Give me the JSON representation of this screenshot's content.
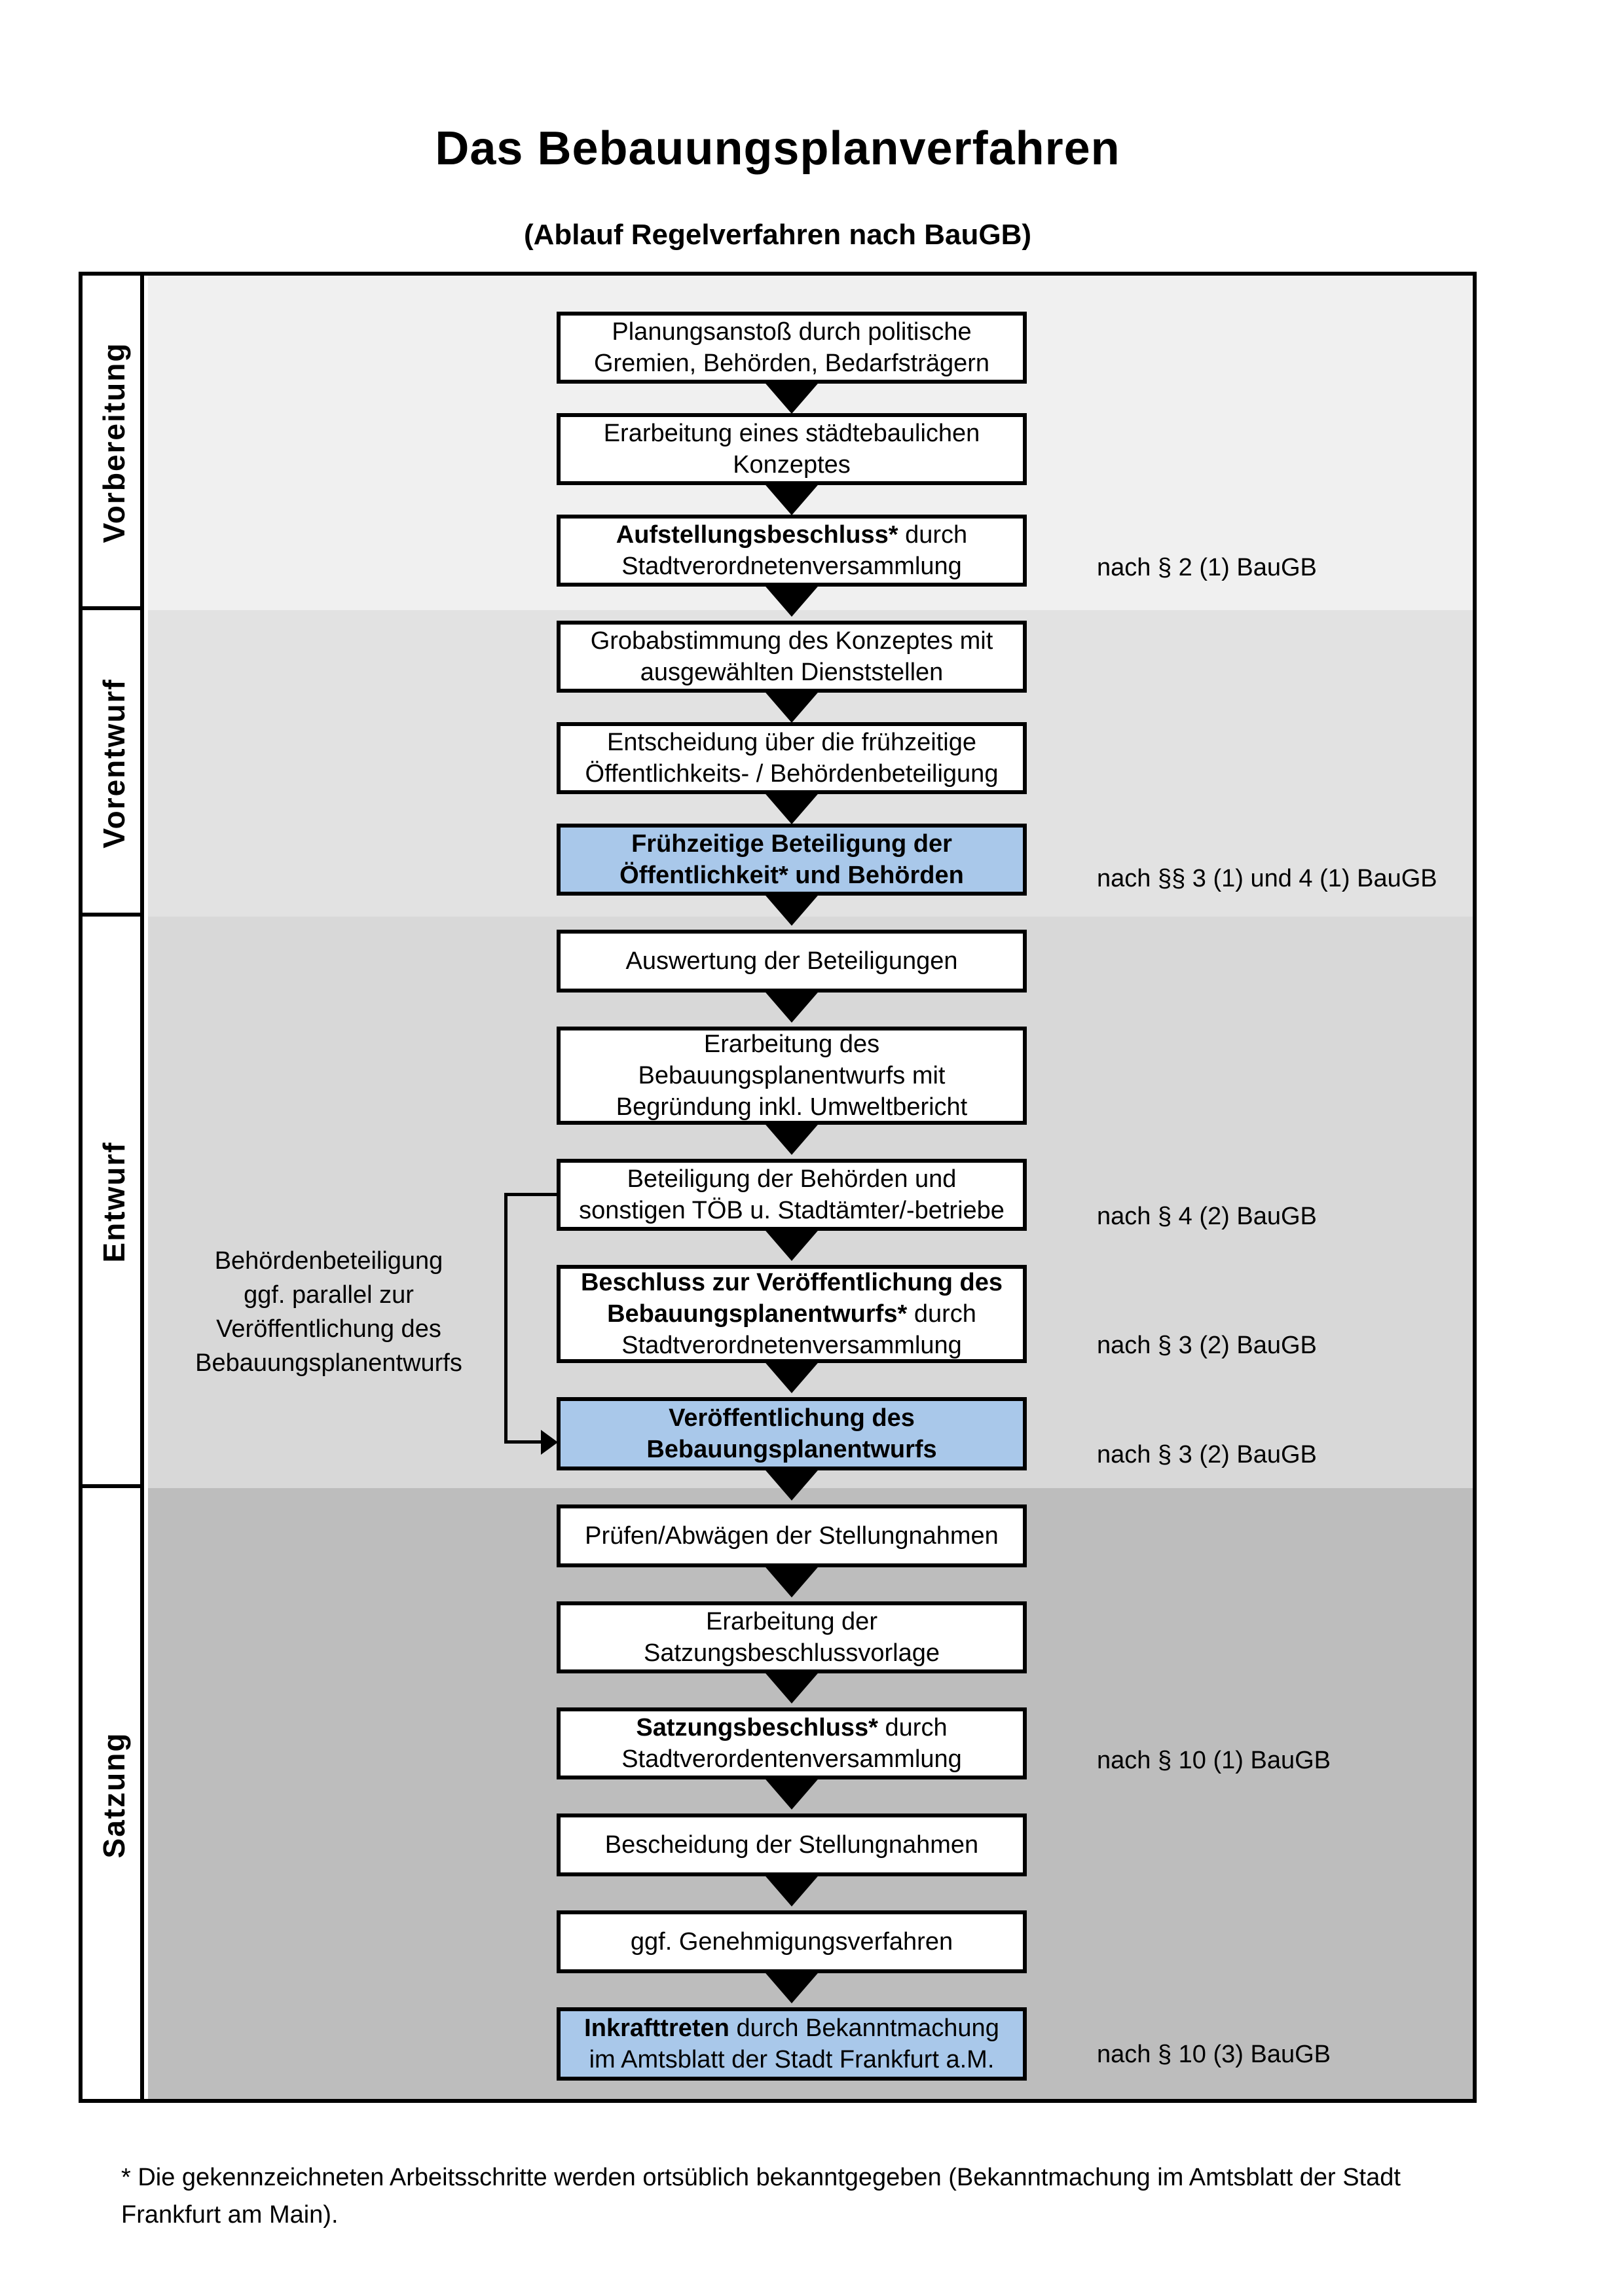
{
  "page": {
    "title": "Das Bebauungsplanverfahren",
    "subtitle": "(Ablauf Regelverfahren nach BauGB)"
  },
  "sections": [
    {
      "label": "Vorbereitung",
      "bg": "#f0f0f0"
    },
    {
      "label": "Vorentwurf",
      "bg": "#e2e2e2"
    },
    {
      "label": "Entwurf",
      "bg": "#d8d8d8"
    },
    {
      "label": "Satzung",
      "bg": "#bdbdbd"
    }
  ],
  "colors": {
    "highlight_blue": "#a9c8ea",
    "border_black": "#000000",
    "label_cell_white": "#ffffff"
  },
  "flow": {
    "boxes": [
      {
        "lines": [
          [
            {
              "t": "Planungsanstoß durch politische",
              "b": false
            }
          ],
          [
            {
              "t": "Gremien, Behörden, Bedarfsträgern",
              "b": false
            }
          ]
        ]
      },
      {
        "lines": [
          [
            {
              "t": "Erarbeitung eines städtebaulichen",
              "b": false
            }
          ],
          [
            {
              "t": "Konzeptes",
              "b": false
            }
          ]
        ]
      },
      {
        "lines": [
          [
            {
              "t": "Aufstellungsbeschluss*",
              "b": true
            },
            {
              "t": " durch",
              "b": false
            }
          ],
          [
            {
              "t": "Stadtverordnetenversammlung",
              "b": false
            }
          ]
        ]
      },
      {
        "lines": [
          [
            {
              "t": "Grobabstimmung des Konzeptes mit",
              "b": false
            }
          ],
          [
            {
              "t": "ausgewählten Dienststellen",
              "b": false
            }
          ]
        ]
      },
      {
        "lines": [
          [
            {
              "t": "Entscheidung über die frühzeitige",
              "b": false
            }
          ],
          [
            {
              "t": "Öffentlichkeits- / Behördenbeteiligung",
              "b": false
            }
          ]
        ]
      },
      {
        "lines": [
          [
            {
              "t": "Frühzeitige Beteiligung der",
              "b": true
            }
          ],
          [
            {
              "t": "Öffentlichkeit* und Behörden",
              "b": true
            }
          ]
        ]
      },
      {
        "lines": [
          [
            {
              "t": "Auswertung der Beteiligungen",
              "b": false
            }
          ]
        ]
      },
      {
        "lines": [
          [
            {
              "t": "Erarbeitung des",
              "b": false
            }
          ],
          [
            {
              "t": "Bebauungsplanentwurfs mit",
              "b": false
            }
          ],
          [
            {
              "t": "Begründung inkl. Umweltbericht",
              "b": false
            }
          ]
        ]
      },
      {
        "lines": [
          [
            {
              "t": "Beteiligung der Behörden und",
              "b": false
            }
          ],
          [
            {
              "t": "sonstigen TÖB u. Stadtämter/-betriebe",
              "b": false
            }
          ]
        ]
      },
      {
        "lines": [
          [
            {
              "t": "Beschluss zur Veröffentlichung des",
              "b": true
            }
          ],
          [
            {
              "t": "Bebauungsplanentwurfs*",
              "b": true
            },
            {
              "t": " durch",
              "b": false
            }
          ],
          [
            {
              "t": "Stadtverordnetenversammlung",
              "b": false
            }
          ]
        ]
      },
      {
        "lines": [
          [
            {
              "t": "Veröffentlichung des",
              "b": true
            }
          ],
          [
            {
              "t": "Bebauungsplanentwurfs",
              "b": true
            }
          ]
        ]
      },
      {
        "lines": [
          [
            {
              "t": "Prüfen/Abwägen der Stellungnahmen",
              "b": false
            }
          ]
        ]
      },
      {
        "lines": [
          [
            {
              "t": "Erarbeitung der",
              "b": false
            }
          ],
          [
            {
              "t": "Satzungsbeschlussvorlage",
              "b": false
            }
          ]
        ]
      },
      {
        "lines": [
          [
            {
              "t": "Satzungsbeschluss*",
              "b": true
            },
            {
              "t": " durch",
              "b": false
            }
          ],
          [
            {
              "t": "Stadtverordentenversammlung",
              "b": false
            }
          ]
        ]
      },
      {
        "lines": [
          [
            {
              "t": "Bescheidung der Stellungnahmen",
              "b": false
            }
          ]
        ]
      },
      {
        "lines": [
          [
            {
              "t": "ggf. Genehmigungsverfahren",
              "b": false
            }
          ]
        ]
      },
      {
        "lines": [
          [
            {
              "t": "Inkrafttreten",
              "b": true
            },
            {
              "t": " durch Bekanntmachung",
              "b": false
            }
          ],
          [
            {
              "t": "im Amtsblatt der Stadt Frankfurt a.M.",
              "b": false
            }
          ]
        ]
      }
    ]
  },
  "annotations": [
    {
      "text": "nach § 2 (1) BauGB"
    },
    {
      "text": "nach §§ 3 (1) und 4 (1) BauGB"
    },
    {
      "text": "nach § 4 (2) BauGB"
    },
    {
      "text": "nach § 3 (2) BauGB"
    },
    {
      "text": "nach § 3 (2) BauGB"
    },
    {
      "text": "nach § 10 (1) BauGB"
    },
    {
      "text": "nach § 10 (3) BauGB"
    }
  ],
  "side_note": {
    "line1": "Behördenbeteiligung",
    "line2": "ggf. parallel zur",
    "line3": "Veröffentlichung des",
    "line4": "Bebauungsplanentwurfs"
  },
  "footnote": {
    "line1": "* Die gekennzeichneten Arbeitsschritte werden ortsüblich bekanntgegeben (Bekanntmachung im Amtsblatt  der Stadt",
    "line2": "Frankfurt am Main)."
  }
}
